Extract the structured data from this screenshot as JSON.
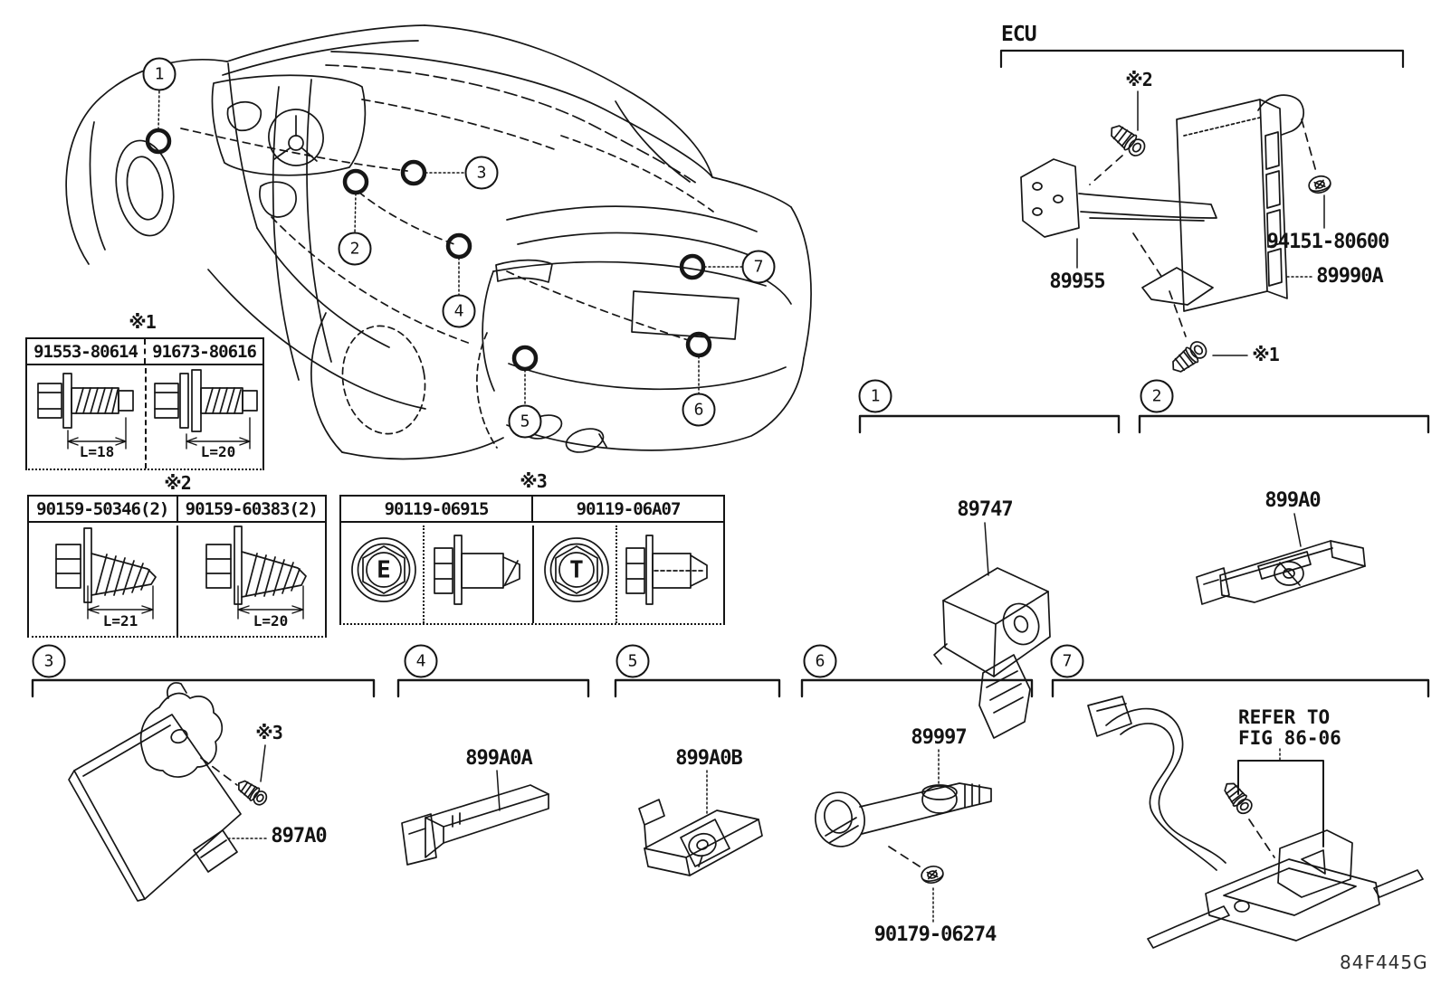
{
  "page": {
    "code": "84F445G"
  },
  "ecu": {
    "label": "ECU",
    "screw_top_note": "※2",
    "screw_bottom_note": "※1",
    "bracket_part": "89955",
    "nut_part": "94151-80600",
    "module_part": "89990A"
  },
  "fastener_tables": {
    "t1": {
      "note": "※1",
      "columns": [
        {
          "part_no": "91553-80614",
          "length": "L=18"
        },
        {
          "part_no": "91673-80616",
          "length": "L=20"
        }
      ]
    },
    "t2": {
      "note": "※2",
      "columns": [
        {
          "part_no": "90159-50346(2)",
          "length": "L=21"
        },
        {
          "part_no": "90159-60383(2)",
          "length": "L=20"
        }
      ]
    },
    "t3": {
      "note": "※3",
      "columns": [
        {
          "part_no": "90119-06915",
          "head_mark": "E"
        },
        {
          "part_no": "90119-06A07",
          "head_mark": "T"
        }
      ]
    }
  },
  "vehicle_callouts": [
    {
      "num": "1"
    },
    {
      "num": "2"
    },
    {
      "num": "3"
    },
    {
      "num": "4"
    },
    {
      "num": "5"
    },
    {
      "num": "6"
    },
    {
      "num": "7"
    }
  ],
  "sections": [
    {
      "num": "1",
      "part_no": "89747"
    },
    {
      "num": "2",
      "part_no": "899A0"
    },
    {
      "num": "3",
      "part_no": "897A0",
      "note": "※3"
    },
    {
      "num": "4",
      "part_no": "899A0A"
    },
    {
      "num": "5",
      "part_no": "899A0B"
    },
    {
      "num": "6",
      "part_no": "89997",
      "nut_part_no": "90179-06274"
    },
    {
      "num": "7",
      "refer_line1": "REFER TO",
      "refer_line2": "FIG 86-06"
    }
  ]
}
